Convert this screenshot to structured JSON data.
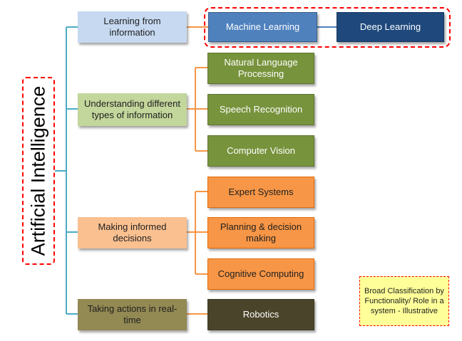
{
  "title": "Artificial Intelligence",
  "categories": {
    "learning": "Learning from information",
    "understanding": "Understanding different types of information",
    "decisions": "Making informed decisions",
    "actions": "Taking actions in real-time"
  },
  "subfields": {
    "machine_learning": "Machine Learning",
    "deep_learning": "Deep Learning",
    "nlp": "Natural Language Processing",
    "speech": "Speech Recognition",
    "vision": "Computer Vision",
    "expert_systems": "Expert Systems",
    "planning": "Planning & decision making",
    "cognitive": "Cognitive Computing",
    "robotics": "Robotics"
  },
  "note": "Broad Classification by Functionality/ Role  in a system  - Illustrative",
  "colors": {
    "trunk_line": "#4bacc6",
    "branch_line": "#f79646",
    "ml_link": "#4f81bd",
    "highlight_dash": "#ff0000"
  }
}
